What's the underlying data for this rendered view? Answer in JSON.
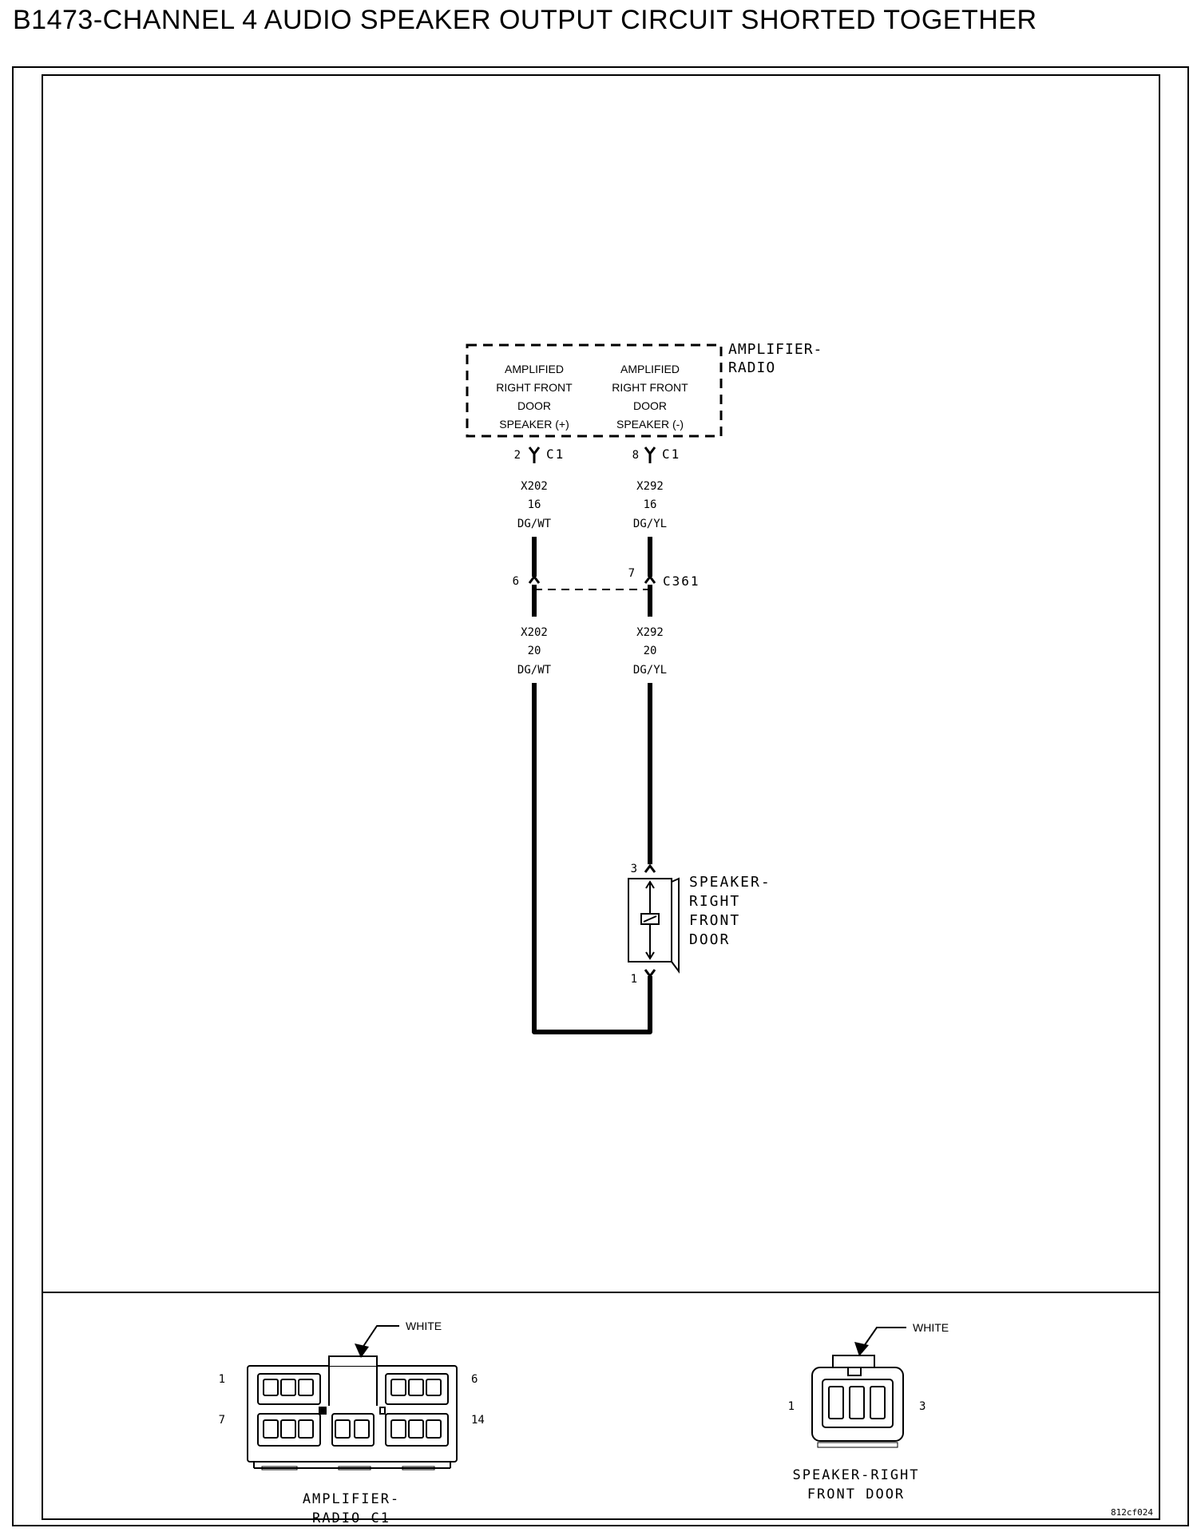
{
  "title": "B1473-CHANNEL 4 AUDIO SPEAKER OUTPUT CIRCUIT SHORTED TOGETHER",
  "module": {
    "name_line1": "AMPLIFIER-",
    "name_line2": "RADIO",
    "pin_left": {
      "lines": [
        "AMPLIFIED",
        "RIGHT FRONT",
        "DOOR",
        "SPEAKER (+)"
      ],
      "pin": "2",
      "connector": "C1"
    },
    "pin_right": {
      "lines": [
        "AMPLIFIED",
        "RIGHT FRONT",
        "DOOR",
        "SPEAKER (-)"
      ],
      "pin": "8",
      "connector": "C1"
    }
  },
  "wires_upper": {
    "left": {
      "circuit": "X202",
      "gauge": "16",
      "color": "DG/WT"
    },
    "right": {
      "circuit": "X292",
      "gauge": "16",
      "color": "DG/YL"
    }
  },
  "inline_connector": {
    "name": "C361",
    "pin_left": "6",
    "pin_right": "7"
  },
  "wires_lower": {
    "left": {
      "circuit": "X202",
      "gauge": "20",
      "color": "DG/WT"
    },
    "right": {
      "circuit": "X292",
      "gauge": "20",
      "color": "DG/YL"
    }
  },
  "speaker": {
    "name_lines": [
      "SPEAKER-",
      "RIGHT",
      "FRONT",
      "DOOR"
    ],
    "pin_top": "3",
    "pin_bottom": "1"
  },
  "connector_views": {
    "amp": {
      "color_label": "WHITE",
      "pin_top_left": "1",
      "pin_top_right": "6",
      "pin_bottom_left": "7",
      "pin_bottom_right": "14",
      "caption_line1": "AMPLIFIER-",
      "caption_line2": "RADIO C1"
    },
    "spk": {
      "color_label": "WHITE",
      "pin_left": "1",
      "pin_right": "3",
      "caption_line1": "SPEAKER-RIGHT",
      "caption_line2": "FRONT DOOR"
    }
  },
  "figure_id": "812cf024"
}
